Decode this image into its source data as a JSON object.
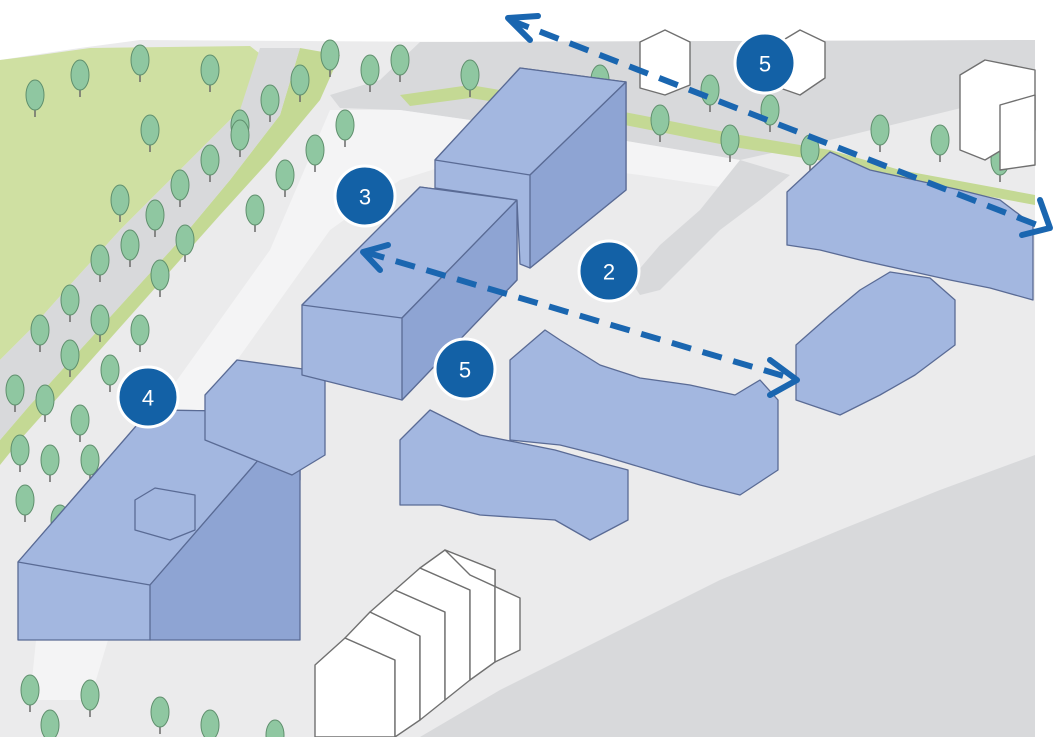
{
  "colors": {
    "background": "#ffffff",
    "ground": "#ebebec",
    "road": "#d8d9db",
    "path": "#f4f4f5",
    "grass": "#cfe0a2",
    "grass_strip": "#c4d994",
    "tree": "#8fc7a1",
    "tree_trunk": "#6a6a6a",
    "proposed_building": "#a3b7e0",
    "proposed_building_dark": "#8ea4d3",
    "proposed_building_edge": "#5a6b95",
    "existing_building": "#ffffff",
    "existing_building_edge": "#707070",
    "marker_fill": "#1361a6",
    "arrow": "#1a66b0"
  },
  "markers": [
    {
      "id": "marker-3",
      "label": "3"
    },
    {
      "id": "marker-2",
      "label": "2"
    },
    {
      "id": "marker-5-top",
      "label": "5"
    },
    {
      "id": "marker-5-centre",
      "label": "5"
    },
    {
      "id": "marker-4",
      "label": "4"
    }
  ],
  "arrows": [
    {
      "id": "view-link-top",
      "style": "dashed",
      "heads": "both"
    },
    {
      "id": "view-link-centre",
      "style": "dashed",
      "heads": "both"
    }
  ]
}
